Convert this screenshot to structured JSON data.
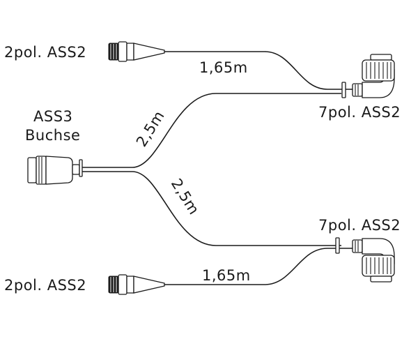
{
  "labels": {
    "top_left_connector": "2pol. ASS2",
    "top_cable_length": "1,65m",
    "top_right_connector": "7pol. ASS2",
    "socket_line1": "ASS3",
    "socket_line2": "Buchse",
    "upper_branch_length": "2,5m",
    "lower_branch_length": "2,5m",
    "bottom_right_connector": "7pol. ASS2",
    "bottom_cable_length": "1,65m",
    "bottom_left_connector": "2pol. ASS2"
  },
  "colors": {
    "line": "#1a1a1a",
    "background": "#ffffff"
  }
}
